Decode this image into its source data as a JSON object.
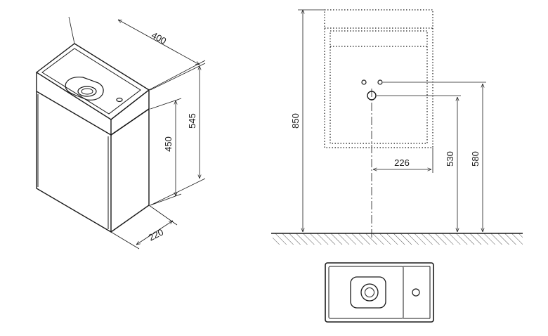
{
  "dimensions": {
    "width_top": "400",
    "height_total": "545",
    "height_cabinet": "450",
    "depth": "220",
    "mount_height": "850",
    "height_580": "580",
    "height_530": "530",
    "offset_226": "226"
  }
}
